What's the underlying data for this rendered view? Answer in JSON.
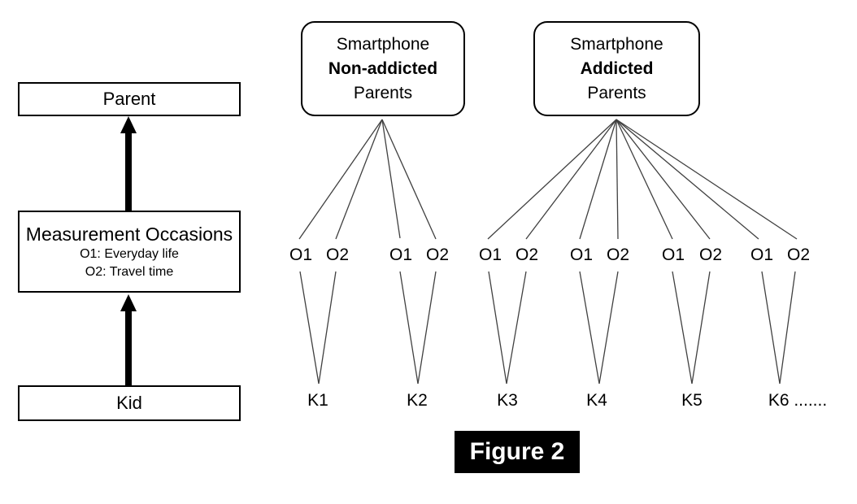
{
  "figure": {
    "caption": "Figure 2"
  },
  "left_panel": {
    "parent_box": {
      "label": "Parent"
    },
    "measurement_box": {
      "title": "Measurement Occasions",
      "occasion1": "O1: Everyday life",
      "occasion2": "O2: Travel time"
    },
    "kid_box": {
      "label": "Kid"
    }
  },
  "groups": {
    "non_addicted": {
      "line1": "Smartphone",
      "line2": "Non-addicted",
      "line3": "Parents"
    },
    "addicted": {
      "line1": "Smartphone",
      "line2": "Addicted",
      "line3": "Parents"
    }
  },
  "occasions": [
    "O1",
    "O2",
    "O1",
    "O2",
    "O1",
    "O2",
    "O1",
    "O2",
    "O1",
    "O2",
    "O1",
    "O2"
  ],
  "kids": [
    "K1",
    "K2",
    "K3",
    "K4",
    "K5",
    "K6 ......."
  ],
  "colors": {
    "connector_line": "#404040",
    "arrow": "#000000",
    "box_border": "#000000",
    "caption_bg": "#000000",
    "caption_fg": "#ffffff",
    "background": "#ffffff"
  }
}
